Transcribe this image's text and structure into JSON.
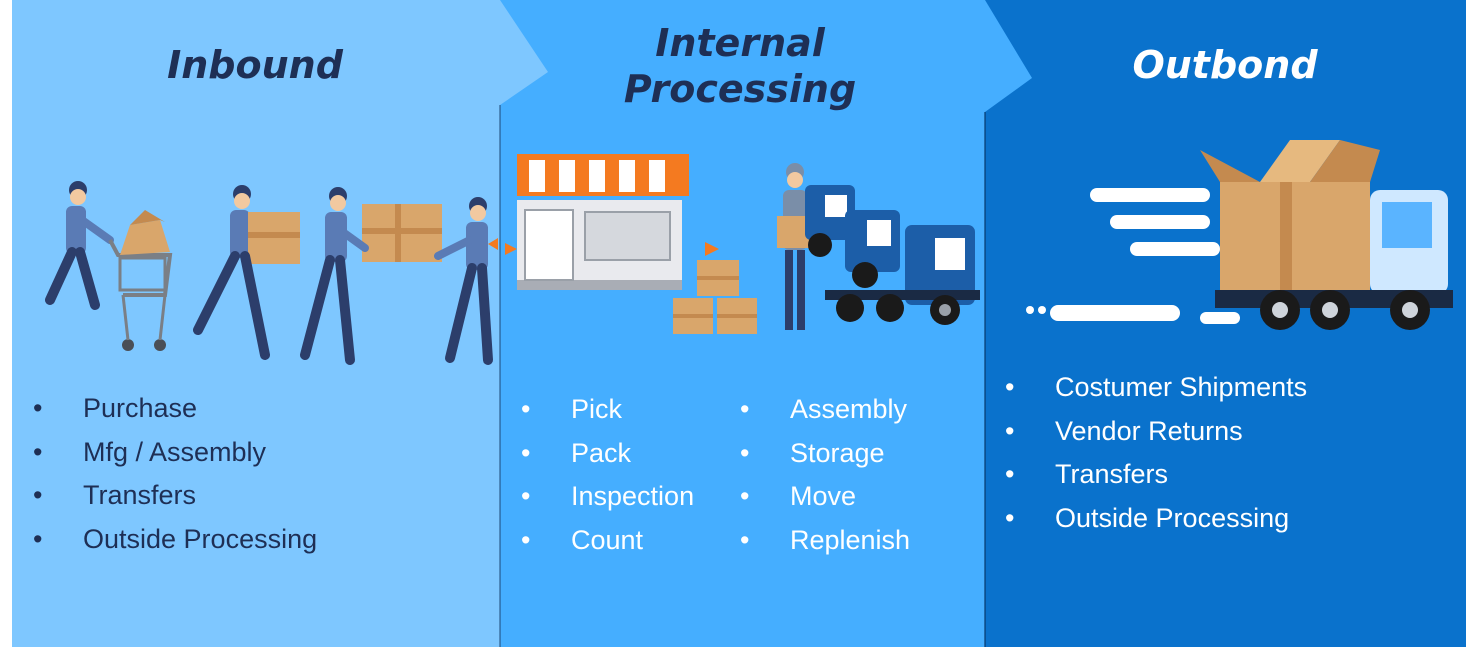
{
  "sections": [
    {
      "title": "Inbound",
      "items": [
        "Purchase",
        "Mfg / Assembly",
        "Transfers",
        "Outside Processing"
      ],
      "color": "#7ec7ff"
    },
    {
      "title": "Internal Processing",
      "items_col1": [
        "Pick",
        "Pack",
        "Inspection",
        "Count"
      ],
      "items_col2": [
        "Assembly",
        "Storage",
        "Move",
        "Replenish"
      ],
      "color": "#45aeff"
    },
    {
      "title": "Outbond",
      "items": [
        "Costumer Shipments",
        "Vendor Returns",
        "Transfers",
        "Outside Processing"
      ],
      "color": "#0a72cc"
    }
  ],
  "bullet": "•",
  "colors": {
    "title_dark": "#1e2f55",
    "box": "#d9a66b",
    "truck_blue": "#1c5ea8",
    "awning_orange": "#f47a20"
  }
}
